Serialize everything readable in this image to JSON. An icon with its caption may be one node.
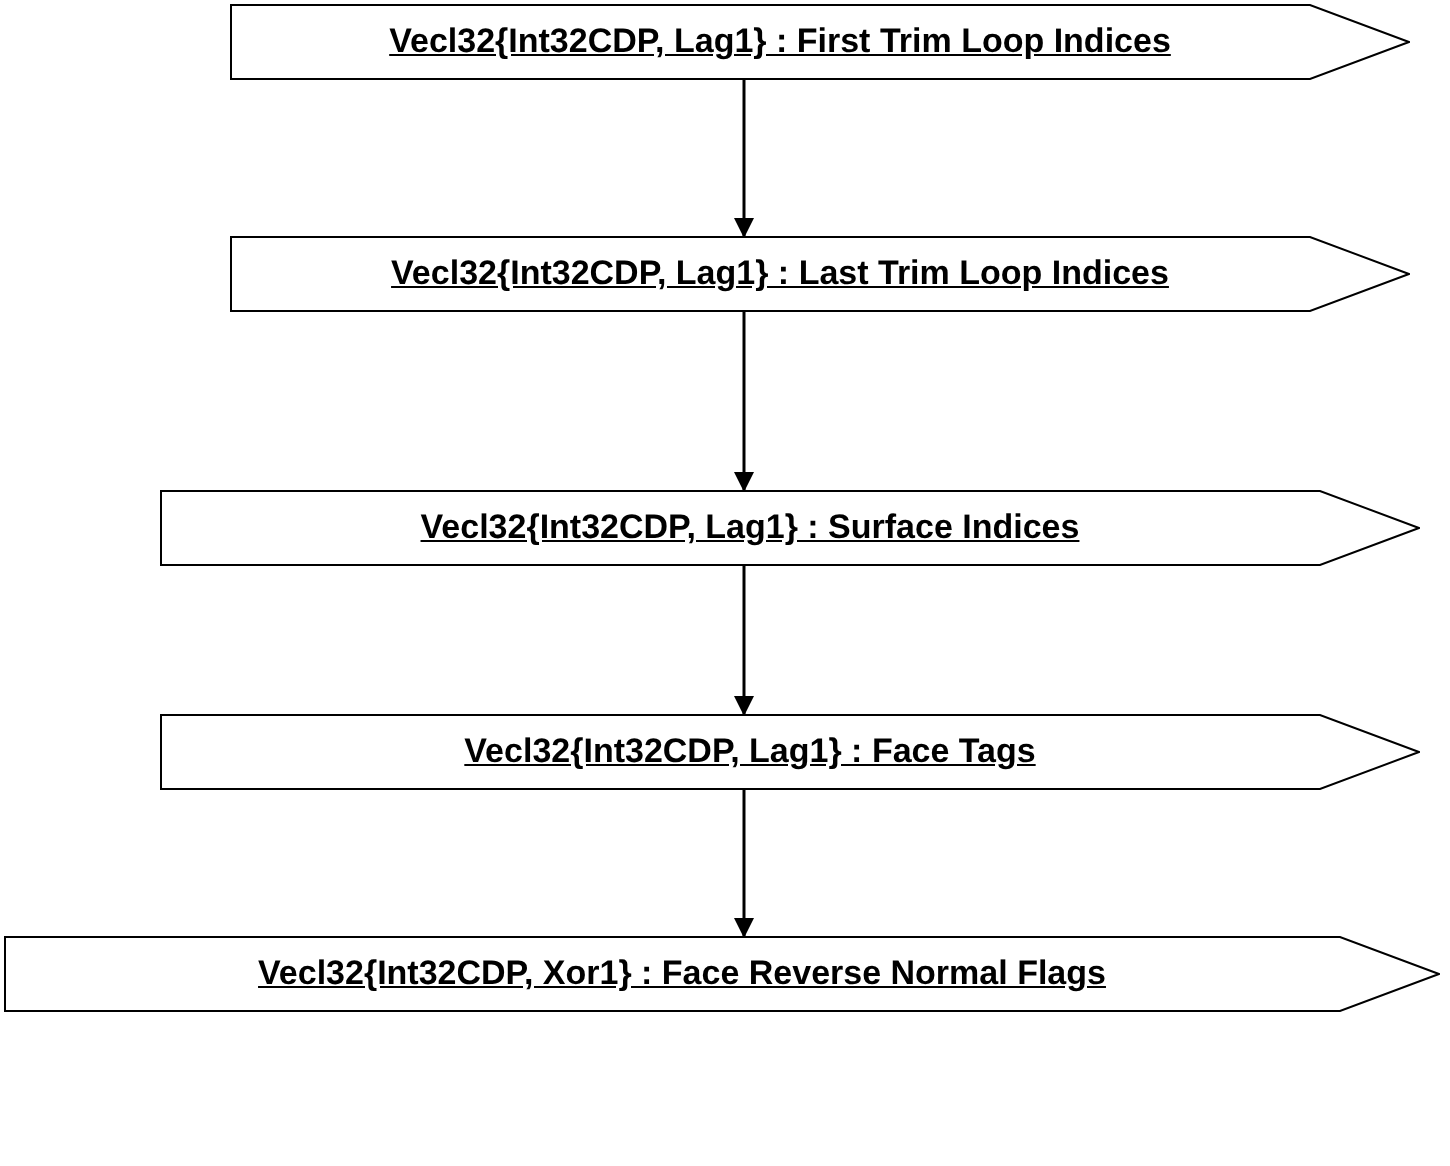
{
  "diagram": {
    "nodes": [
      {
        "text": [
          "Vecl32{Int32CDP, Lag1} : First Trim Loop Indices"
        ]
      },
      {
        "text": [
          "Vecl32{Int32CDP, Lag1} : Last Trim Loop Indices"
        ]
      },
      {
        "text": [
          "Vecl32{Int32CDP, Lag1} : Surface Indices"
        ]
      },
      {
        "text": [
          "Vecl32{Int32CDP, Lag1} : Face Tags"
        ]
      },
      {
        "text": [
          "Vecl32{Int32CDP, Xor1} : Face Reverse Normal Flags"
        ]
      }
    ],
    "edges": [
      {
        "from": 0,
        "to": 1,
        "arrow": "to"
      },
      {
        "from": 1,
        "to": 2,
        "arrow": "to"
      },
      {
        "from": 2,
        "to": 3,
        "arrow": "to"
      },
      {
        "from": 3,
        "to": 4,
        "arrow": "to"
      }
    ]
  }
}
